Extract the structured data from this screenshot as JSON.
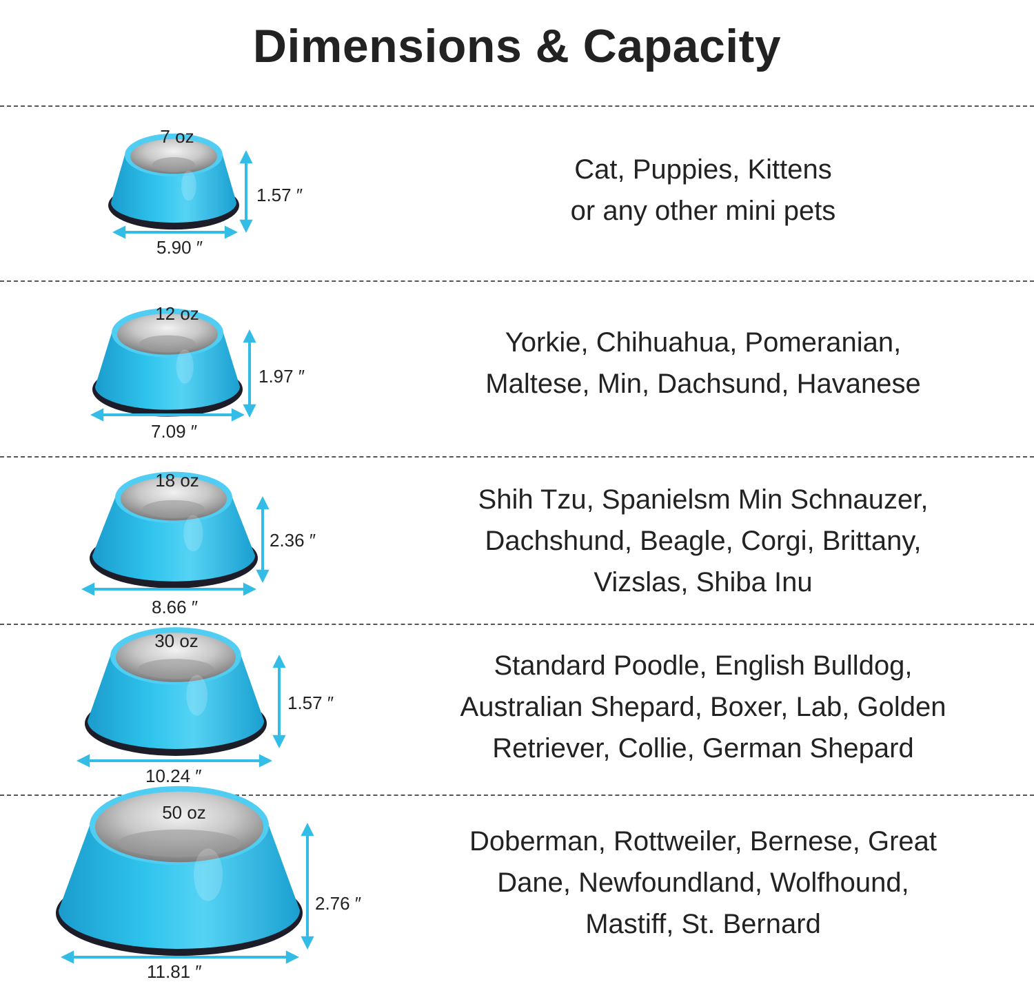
{
  "title": "Dimensions & Capacity",
  "colors": {
    "arrow": "#33bde6",
    "bowl": "#2ec3ec",
    "rim": "#1d1d2a",
    "steel": "#c8c8c8"
  },
  "icons": [
    "bowl-icon",
    "double-arrow-icon"
  ],
  "rows": [
    {
      "capacity": "7 oz",
      "height": "1.57 ″",
      "width": "5.90 ″",
      "breeds": [
        "Cat, Puppies, Kittens",
        "or any other mini pets"
      ]
    },
    {
      "capacity": "12 oz",
      "height": "1.97 ″",
      "width": "7.09 ″",
      "breeds": [
        "Yorkie, Chihuahua, Pomeranian,",
        "Maltese, Min, Dachsund, Havanese"
      ]
    },
    {
      "capacity": "18 oz",
      "height": "2.36 ″",
      "width": "8.66 ″",
      "breeds": [
        "Shih Tzu, Spanielsm Min Schnauzer,",
        "Dachshund, Beagle, Corgi, Brittany,",
        "Vizslas, Shiba Inu"
      ]
    },
    {
      "capacity": "30 oz",
      "height": "1.57 ″",
      "width": "10.24 ″",
      "breeds": [
        "Standard Poodle, English Bulldog,",
        "Australian Shepard, Boxer, Lab, Golden",
        "Retriever, Collie, German Shepard"
      ]
    },
    {
      "capacity": "50 oz",
      "height": "2.76 ″",
      "width": "11.81 ″",
      "breeds": [
        "Doberman, Rottweiler, Bernese, Great",
        "Dane, Newfoundland, Wolfhound,",
        "Mastiff, St. Bernard"
      ]
    }
  ]
}
